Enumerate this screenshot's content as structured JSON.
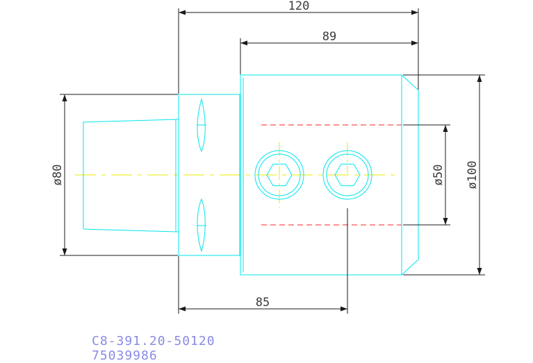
{
  "drawing": {
    "dimensions": {
      "overall_length": "120",
      "body_length": "89",
      "bore_position": "85",
      "shank_diameter": "ø80",
      "bore_spacing": "ø50",
      "body_diameter": "ø100"
    },
    "part_number": "C8-391.20-50120",
    "item_number": "75039986"
  },
  "colors": {
    "outline": "#00e5ee",
    "dimension": "#1a1a1a",
    "centerline": "#e8e800",
    "hidden_line": "#ff2020",
    "caption": "#8a8ae6"
  }
}
